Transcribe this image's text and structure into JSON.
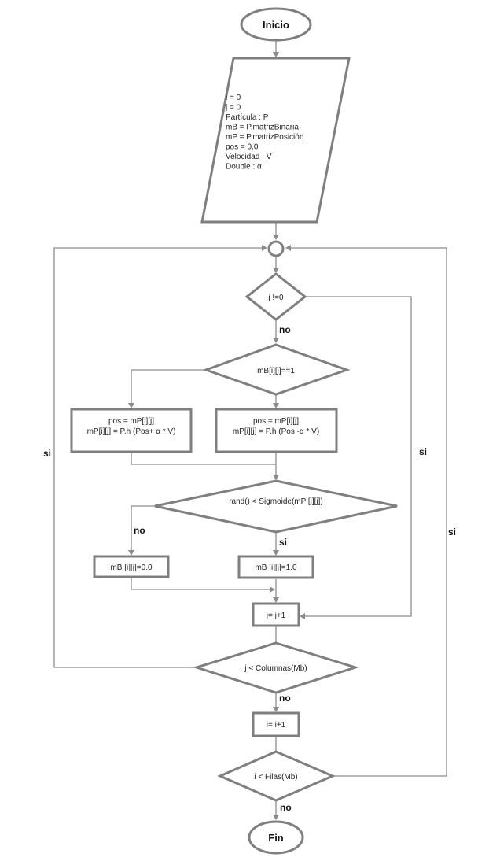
{
  "start": {
    "label": "Inicio"
  },
  "end": {
    "label": "Fin"
  },
  "init": {
    "lines": [
      "i = 0",
      "j = 0",
      "Partícula : P",
      "mB = P.matrizBinaria",
      "mP = P.matrizPosición",
      "pos = 0.0",
      "Velocidad : V",
      "Double : α"
    ]
  },
  "decisions": {
    "j_check": "j !=0",
    "mb_check": "mB[i][j]==1",
    "sigmoid_check": "rand() < Sigmoide(mP  [i][j])",
    "cols_check": "j < Columnas(Mb)",
    "rows_check": "i < Filas(Mb)"
  },
  "processes": {
    "update_plus": [
      "pos = mP[i][j]",
      "mP[i][j] = P.h (Pos+ α * V)"
    ],
    "update_minus": [
      "pos = mP[i][j]",
      "mP[i][j] = P.h (Pos -α * V)"
    ],
    "set_zero": "mB  [i][j]=0.0",
    "set_one": "mB  [i][j]=1.0",
    "inc_j": "j= j+1",
    "inc_i": "i= i+1"
  },
  "edge_labels": {
    "j_no": "no",
    "j_si": "si",
    "sig_no": "no",
    "sig_si": "si",
    "cols_si": "si",
    "cols_no": "no",
    "rows_si": "si",
    "rows_no": "no"
  }
}
